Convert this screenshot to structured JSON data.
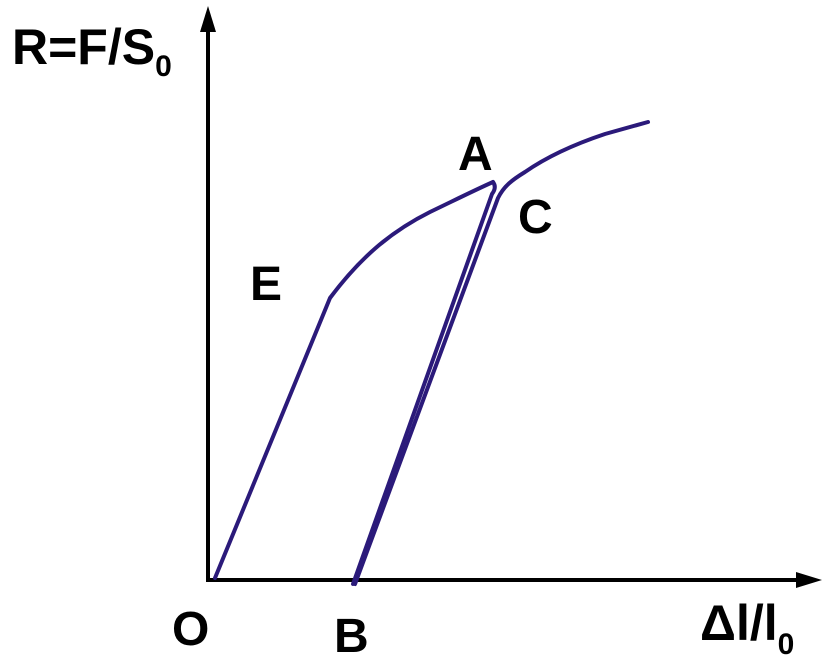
{
  "axes": {
    "y_label_main": "R=F/S",
    "y_label_sub": "0",
    "x_label_main": "Δl/l",
    "x_label_sub": "0"
  },
  "points": {
    "origin": "O",
    "A": "A",
    "B": "B",
    "C": "C",
    "E": "E"
  },
  "colors": {
    "curve": "#2b1a7a",
    "axis": "#000000"
  }
}
